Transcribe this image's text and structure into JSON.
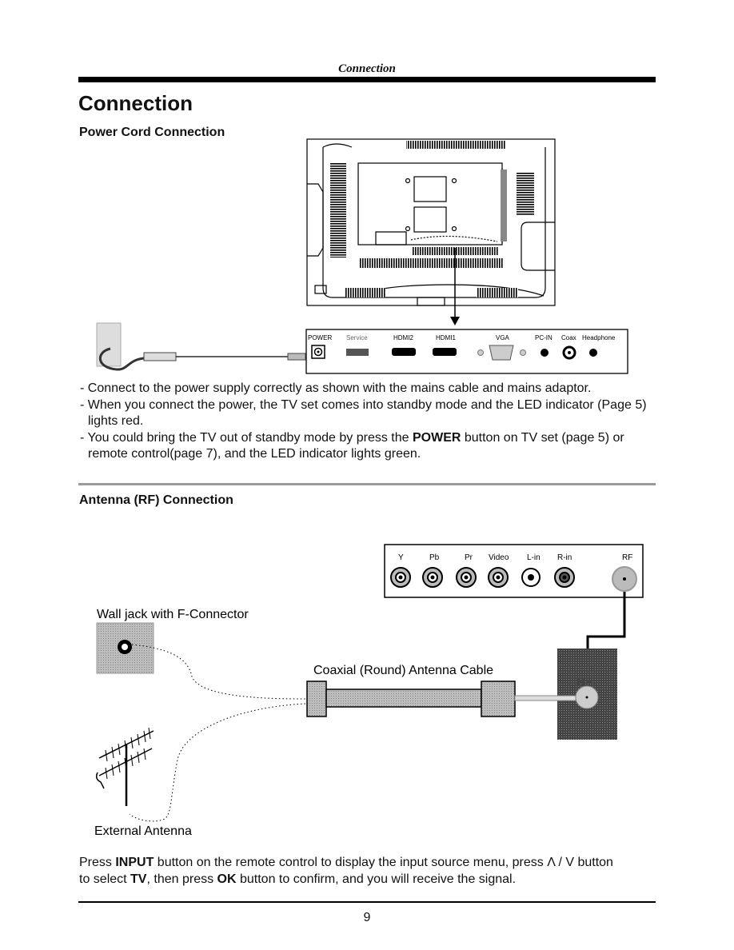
{
  "header": {
    "running_title": "Connection"
  },
  "page_title": "Connection",
  "power_section": {
    "heading": "Power Cord Connection",
    "panel_ports": [
      "POWER",
      "Service",
      "HDMI2",
      "HDMI1",
      "VGA",
      "PC-IN",
      "Coax",
      "Headphone"
    ],
    "bullets": [
      "- Connect to the power supply correctly as shown with the mains cable and mains adaptor.",
      "- When you connect the power, the TV set comes into standby mode and the LED indicator (Page 5) lights red.",
      [
        "- You could bring the TV out of standby mode by press the ",
        "POWER",
        " button on TV set (page 5) or remote control(page 7), and the LED indicator lights green."
      ]
    ]
  },
  "antenna_section": {
    "heading": "Antenna (RF) Connection",
    "panel_ports": [
      "Y",
      "Pb",
      "Pr",
      "Video",
      "L-in",
      "R-in",
      "RF"
    ],
    "wall_jack_label": "Wall jack with F-Connector",
    "cable_label": "Coaxial (Round) Antenna Cable",
    "rf_label": "RF",
    "antenna_label": "External Antenna",
    "instruction": {
      "p1": "Press ",
      "b1": "INPUT",
      "p2": " button on the remote control to display the input source menu, press ",
      "arrows": "Λ / V",
      "p3": " button",
      "p4": "to select ",
      "b2": "TV",
      "p5": ", then press ",
      "b3": "OK",
      "p6": " button to confirm, and you will receive the signal."
    }
  },
  "footer": {
    "page_number": "9"
  }
}
